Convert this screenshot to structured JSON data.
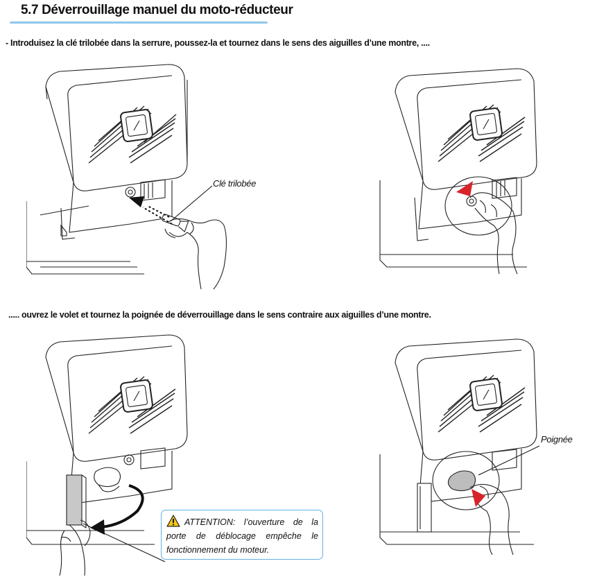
{
  "heading": {
    "number": "5.7",
    "title": "Déverrouillage manuel du moto-réducteur"
  },
  "steps": [
    "- Introduisez la clé trilobée dans la serrure, poussez-la et tournez dans le sens des aiguilles d’une montre, ....",
    "..... ouvrez le volet et tournez la poignée de déverrouillage dans le sens contraire aux aiguilles d’une montre."
  ],
  "labels": {
    "key": "Clé trilobée",
    "handle": "Poignée"
  },
  "callout": {
    "icon": "warning-icon",
    "title": "ATTENTION:",
    "text": "l’ouverture de la porte de déblocage empêche le fonctionnement du moteur."
  },
  "colors": {
    "accent_rule": "#8fc7ea",
    "callout_border": "#5fb3e0",
    "warning_fill": "#f5c518",
    "arrow_red": "#d8232a"
  }
}
